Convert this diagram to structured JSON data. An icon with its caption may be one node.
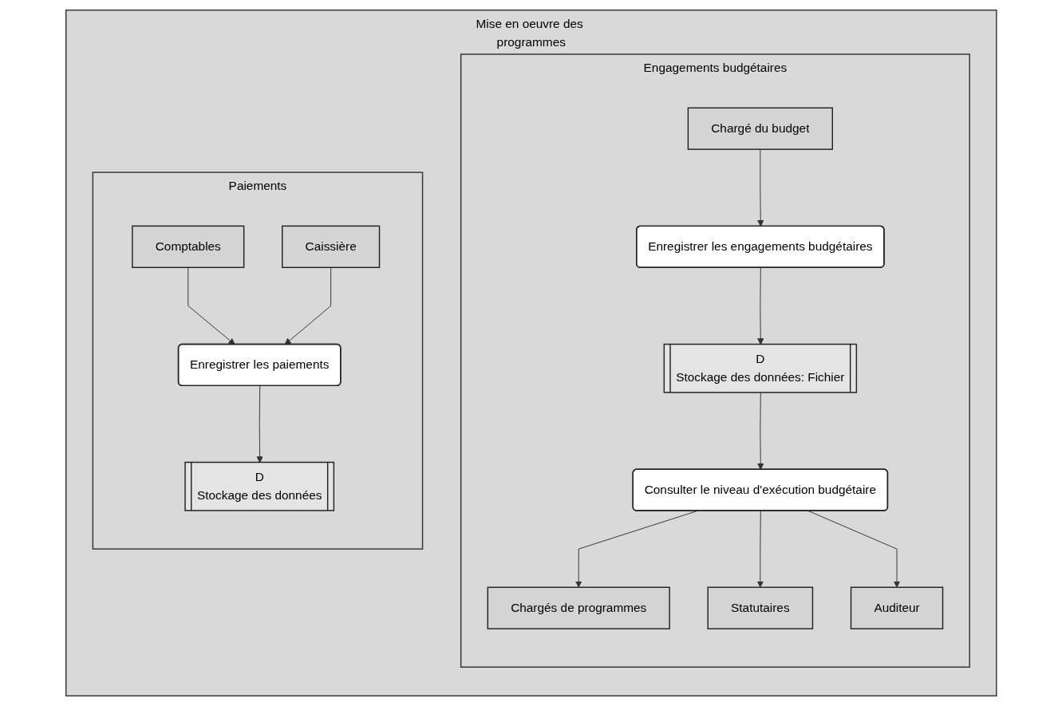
{
  "diagram": {
    "nodes": [
      {
        "text": [
          "Mise en oeuvre des programmes"
        ]
      },
      {
        "text": [
          "Engagements budgétaires"
        ],
        "in": 0
      },
      {
        "text": [
          "Chargé du budget"
        ],
        "in": 1
      },
      {
        "text": [
          "Chargés de programmes"
        ],
        "in": 1
      },
      {
        "text": [
          "Statutaires"
        ],
        "in": 1
      },
      {
        "text": [
          "Auditeur"
        ],
        "in": 1
      },
      {
        "text": [
          "Enregistrer les engagements budgétaires"
        ],
        "in": 1
      },
      {
        "text": [
          "Consulter le niveau d'exécution budgétaire"
        ],
        "in": 1
      },
      {
        "text": [
          "D",
          "Stockage des données: Fichier"
        ],
        "in": 1
      },
      {
        "text": [
          "Paiements"
        ],
        "in": 0
      },
      {
        "text": [
          "Comptables"
        ],
        "in": 9
      },
      {
        "text": [
          "Caissière"
        ],
        "in": 9
      },
      {
        "text": [
          "Enregistrer les paiements"
        ],
        "in": 9
      },
      {
        "text": [
          "D",
          "Stockage des données"
        ],
        "in": 9
      }
    ],
    "edges": [
      {
        "from": 2,
        "to": 6,
        "arrow": "to"
      },
      {
        "from": 7,
        "to": 3,
        "arrow": "to"
      },
      {
        "from": 7,
        "to": 4,
        "arrow": "to"
      },
      {
        "from": 7,
        "to": 5,
        "arrow": "to"
      },
      {
        "from": 6,
        "to": 8,
        "arrow": "to"
      },
      {
        "from": 8,
        "to": 7,
        "arrow": "to"
      },
      {
        "from": 10,
        "to": 12,
        "arrow": "to"
      },
      {
        "from": 11,
        "to": 12,
        "arrow": "to"
      },
      {
        "from": 12,
        "to": 13,
        "arrow": "to"
      }
    ]
  }
}
